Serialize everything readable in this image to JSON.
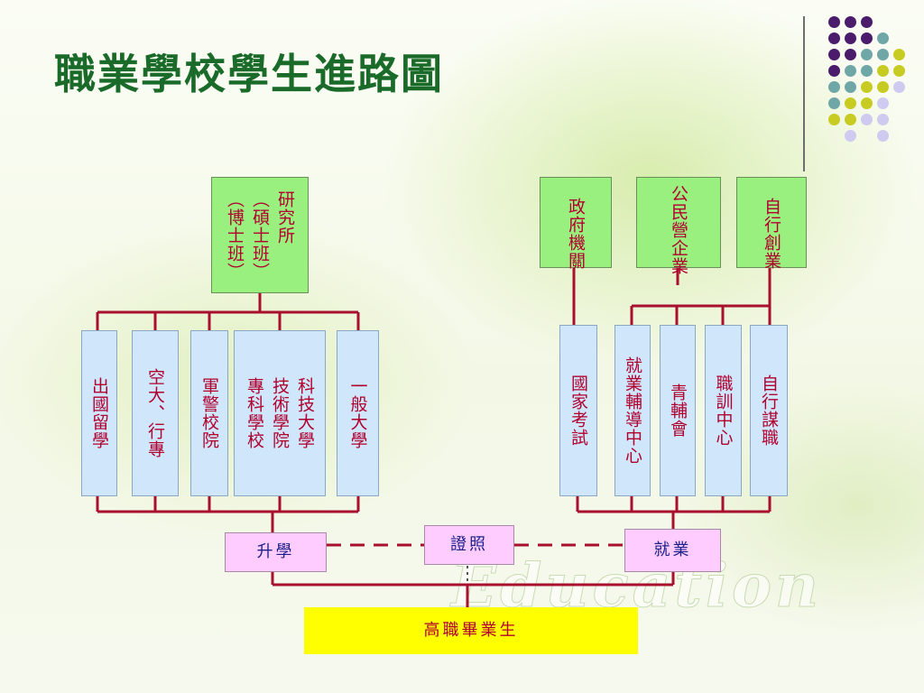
{
  "title": "職業學校學生進路圖",
  "watermark": "Education",
  "colors": {
    "title": "#1a6b2a",
    "text_red": "#b1002e",
    "text_blue": "#1b1f8a",
    "line": "#a8102e",
    "green_box": "#99f07f",
    "blue_box": "#cfe6fb",
    "pink_box": "#ffccff",
    "yellow_box": "#ffff00",
    "dot_purple": "#4a1c6b",
    "dot_teal": "#6fa6a6",
    "dot_olive": "#c8cc22",
    "dot_lavender": "#cfcaf0"
  },
  "top_boxes": {
    "research": "研究所\n（碩士班）\n（博士班）",
    "government": "政府機關",
    "enterprise": "公民營企業",
    "startup": "自行創業"
  },
  "study_paths": {
    "abroad": "出國留學",
    "open_univ": "空大、行專",
    "military": "軍警校院",
    "tech": "科技大學\n技術學院\n專科學校",
    "general_univ": "一般大學"
  },
  "employment_paths": {
    "exam": "國家考試",
    "employment_center": "就業輔導中心",
    "youth_counsel": "青輔會",
    "training_center": "職訓中心",
    "self_search": "自行謀職"
  },
  "middle": {
    "further_study": "升學",
    "certificate": "證照",
    "employment": "就業"
  },
  "bottom": {
    "graduates": "高職畢業生"
  }
}
